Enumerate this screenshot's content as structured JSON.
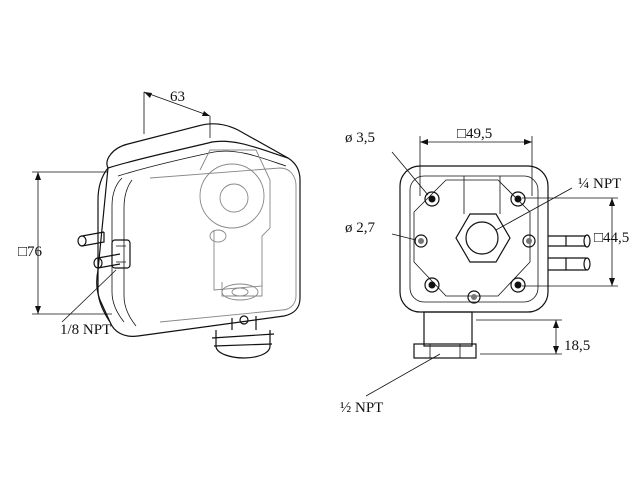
{
  "drawing": {
    "left_view": {
      "dim_depth": "63",
      "dim_height": "□76",
      "port_label": "1/8 NPT"
    },
    "right_view": {
      "dim_hole_large": "ø 3,5",
      "dim_hole_small": "ø 2,7",
      "dim_hole_spacing": "□49,5",
      "dim_center_port": "¼ NPT",
      "dim_side_spacing": "□44,5",
      "dim_bottom_height": "18,5",
      "bottom_port_label": "½ NPT"
    }
  }
}
